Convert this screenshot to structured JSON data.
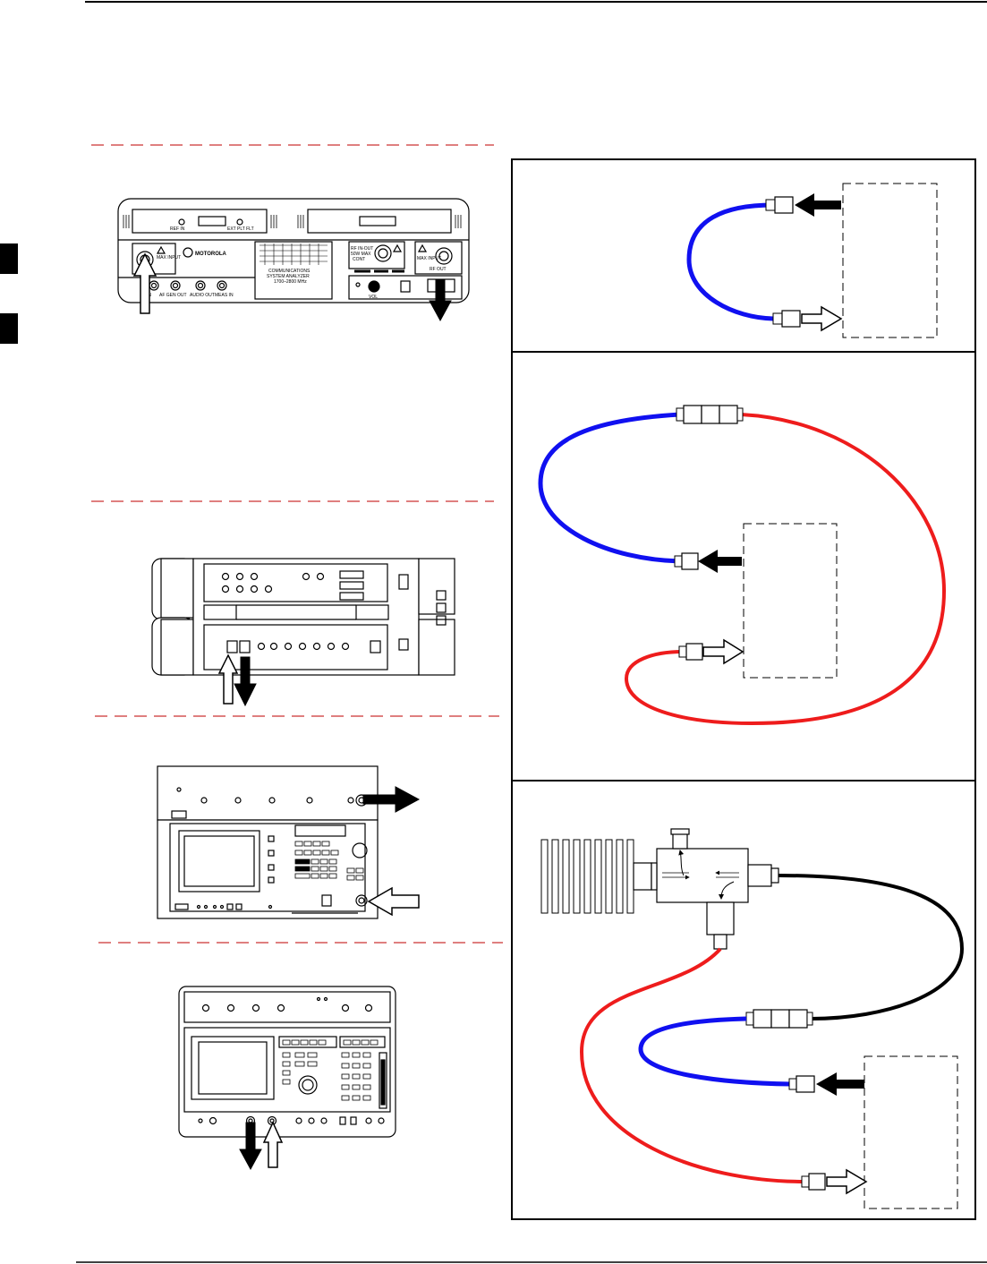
{
  "colors": {
    "cable_blue": "#1010f0",
    "cable_red": "#ee1c1c",
    "cable_black": "#000000",
    "line": "#000000",
    "dash_separator": "#cc3333"
  },
  "analyzer": {
    "brand": "MOTOROLA",
    "name_line1": "COMMUNICATIONS",
    "name_line2": "SYSTEM ANALYZER",
    "freq_range": "1700–2800 MHz",
    "port_rf_in": "RF IN-OUT",
    "port_max_power": "50W MAX",
    "port_cont": "CONT",
    "max_input_left": "MAX INPUT",
    "max_input_right": "MAX INPUT",
    "rf_out": "RF OUT",
    "bottom_labels": [
      "IN",
      "AF GEN OUT",
      "AUDIO OUT",
      "MEAS IN"
    ],
    "vol": "VOL",
    "top_labels": [
      "REF IN",
      "EXT PLT FLT"
    ]
  },
  "icons": [
    "arrow-in-icon",
    "arrow-out-icon",
    "dummy-load-icon",
    "directional-coupler-icon",
    "connector-icon"
  ]
}
